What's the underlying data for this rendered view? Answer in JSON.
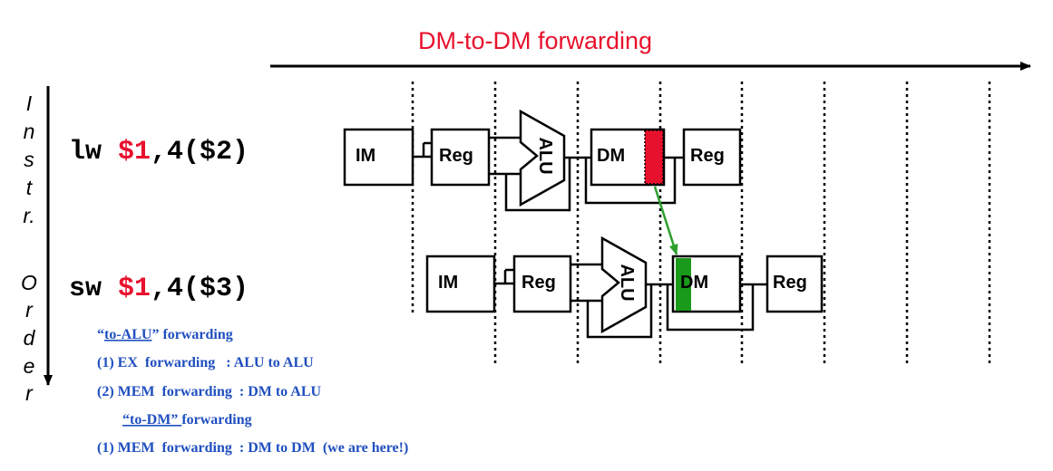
{
  "title": "DM-to-DM forwarding",
  "axis_label_letters": [
    "I",
    "n",
    "s",
    "t",
    "r.",
    "",
    "O",
    "r",
    "d",
    "e",
    "r"
  ],
  "instructions": [
    {
      "op": "lw",
      "reg": "$1",
      "rest": ",4($2)"
    },
    {
      "op": "sw",
      "reg": "$1",
      "rest": ",4($3)"
    }
  ],
  "blocks": {
    "im": "IM",
    "reg": "Reg",
    "alu": "ALU",
    "dm": "DM"
  },
  "notes": {
    "to_alu_quote_open": "“",
    "to_alu_underlined": "to-ALU",
    "to_alu_quote_close": "”",
    "to_alu_suffix": " forwarding",
    "ex": "(1) EX  forwarding   : ALU to ALU",
    "mem_alu": "(2) MEM  forwarding  : DM to ALU",
    "to_dm_underlined": "“to-DM” ",
    "to_dm_suffix": "forwarding",
    "mem_dm": "(1) MEM  forwarding  : DM to DM  (we are here!)"
  },
  "colors": {
    "title": "#e8112d",
    "register": "#e8112d",
    "note": "#1f4fbf",
    "highlight_red": "#e8112d",
    "highlight_green": "#1a9a1a",
    "arrow_green": "#2ca02c"
  }
}
